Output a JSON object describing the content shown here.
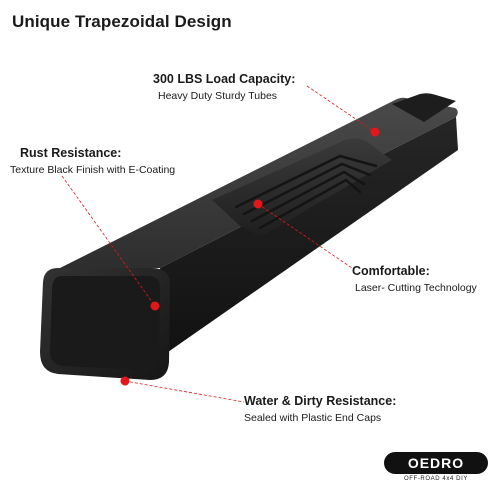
{
  "heading": {
    "title": "Unique Trapezoidal Design"
  },
  "callouts": {
    "load": {
      "title": "300 LBS Load Capacity:",
      "description": "Heavy Duty Sturdy Tubes"
    },
    "rust": {
      "title": "Rust Resistance:",
      "description": "Texture Black Finish with E-Coating"
    },
    "comfort": {
      "title": "Comfortable:",
      "description": "Laser- Cutting Technology"
    },
    "water": {
      "title": "Water & Dirty Resistance:",
      "description": "Sealed with Plastic End Caps"
    }
  },
  "brand": {
    "name": "OEDRO",
    "tagline": "OFF-ROAD 4x4 DIY"
  },
  "colors": {
    "accent": "#e3161b",
    "product": "#2b2b2b",
    "text": "#1a1a1a"
  }
}
